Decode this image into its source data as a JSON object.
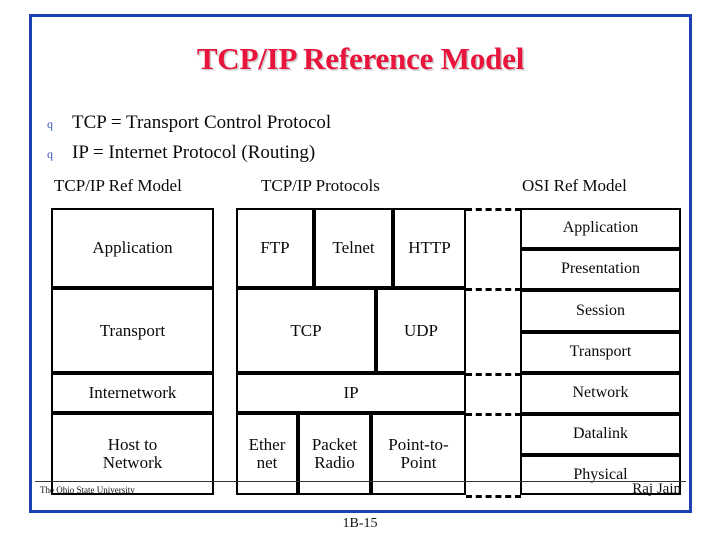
{
  "slide": {
    "title": "TCP/IP Reference Model",
    "title_color": "#e8143c",
    "border_color": "#1c41b5",
    "page_number": "1B-15"
  },
  "bullets": {
    "marker": "q",
    "marker_color": "#3355bb",
    "items": [
      "TCP = Transport Control Protocol",
      "IP = Internet Protocol (Routing)"
    ]
  },
  "columns": {
    "left_heading": "TCP/IP Ref Model",
    "middle_heading": "TCP/IP Protocols",
    "right_heading": "OSI Ref Model"
  },
  "tcpip_layers": [
    {
      "label": "Application"
    },
    {
      "label": "Transport"
    },
    {
      "label": "Internetwork"
    },
    {
      "label": "Host to Network",
      "line1": "Host to",
      "line2": "Network"
    }
  ],
  "protocol_rows": [
    {
      "row": "application",
      "cells": [
        "FTP",
        "Telnet",
        "HTTP"
      ]
    },
    {
      "row": "transport",
      "cells": [
        "TCP",
        "UDP"
      ]
    },
    {
      "row": "internet",
      "cells": [
        "IP"
      ]
    },
    {
      "row": "link",
      "cells": [
        "Ethernet",
        "Packet Radio",
        "Point-to-Point"
      ],
      "cell_lines": [
        [
          "Ether",
          "net"
        ],
        [
          "Packet",
          "Radio"
        ],
        [
          "Point-to-",
          "Point"
        ]
      ]
    }
  ],
  "osi_layers": [
    {
      "label": "Application"
    },
    {
      "label": "Presentation"
    },
    {
      "label": "Session"
    },
    {
      "label": "Transport"
    },
    {
      "label": "Network"
    },
    {
      "label": "Datalink"
    },
    {
      "label": "Physical"
    }
  ],
  "footer": {
    "left": "The Ohio State University",
    "right": "Raj Jain"
  }
}
